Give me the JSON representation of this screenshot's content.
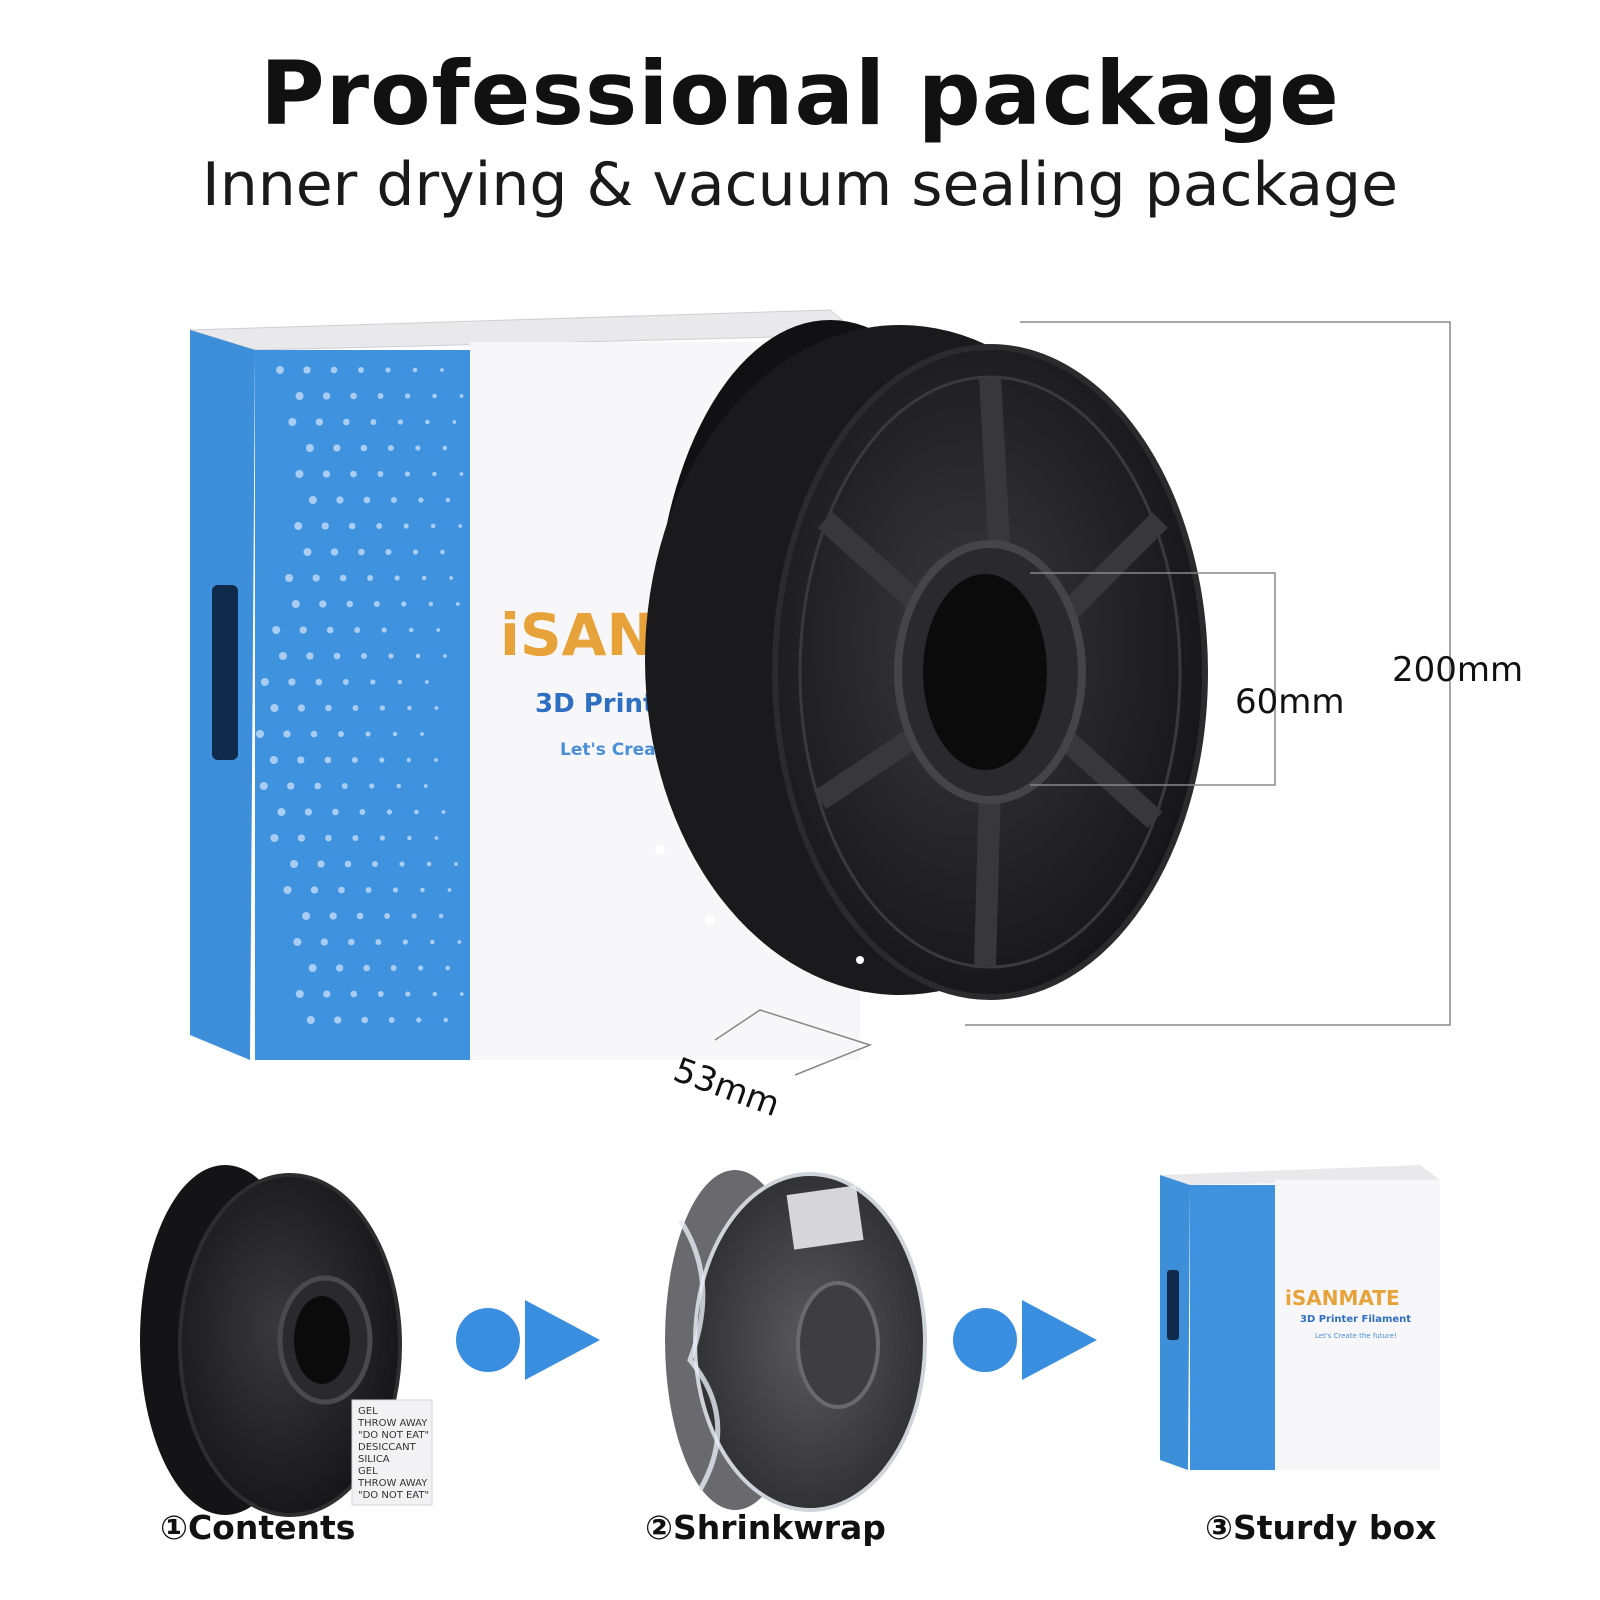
{
  "header": {
    "title": "Professional package",
    "subtitle": "Inner drying & vacuum sealing package"
  },
  "box": {
    "brand": "iSANMATE",
    "product": "3D Printer Filament",
    "slogan": "Let's Create the future!"
  },
  "dimensions": {
    "diameter": "200mm",
    "hub": "60mm",
    "width": "53mm"
  },
  "desiccant": {
    "lines": [
      "GEL",
      "THROW AWAY",
      "\"DO NOT EAT\"",
      "DESICCANT",
      "SILICA",
      "GEL",
      "THROW AWAY",
      "\"DO NOT EAT\""
    ]
  },
  "steps": [
    {
      "label": "①Contents"
    },
    {
      "label": "②Shrinkwrap"
    },
    {
      "label": "③Sturdy box"
    }
  ],
  "colors": {
    "box_blue": "#3d8fd9",
    "spool": "#1c1c1e",
    "arrow_blue": "#3a8ee0"
  }
}
